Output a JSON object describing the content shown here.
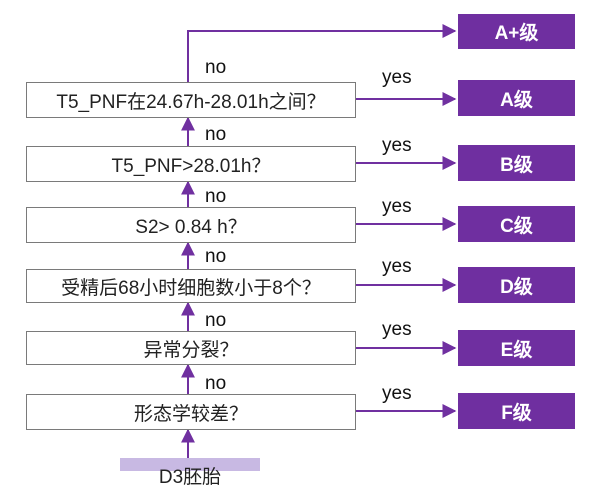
{
  "colors": {
    "arrow": "#7030a0",
    "grade_fill": "#6f2fa0",
    "start_fill": "#c8b9e3",
    "box_border": "#7a7a7a"
  },
  "start": {
    "label": "D3胚胎"
  },
  "questions": [
    {
      "text": "T5_PNF在24.67h-28.01h之间？"
    },
    {
      "text": "T5_PNF>28.01h？"
    },
    {
      "text": "S2> 0.84 h？"
    },
    {
      "text": "受精后68小时细胞数小于8个？"
    },
    {
      "text": "异常分裂？"
    },
    {
      "text": "形态学较差？"
    }
  ],
  "grades": [
    "A+级",
    "A级",
    "B级",
    "C级",
    "D级",
    "E级",
    "F级"
  ],
  "edge_labels": {
    "yes": "yes",
    "no": "no"
  }
}
